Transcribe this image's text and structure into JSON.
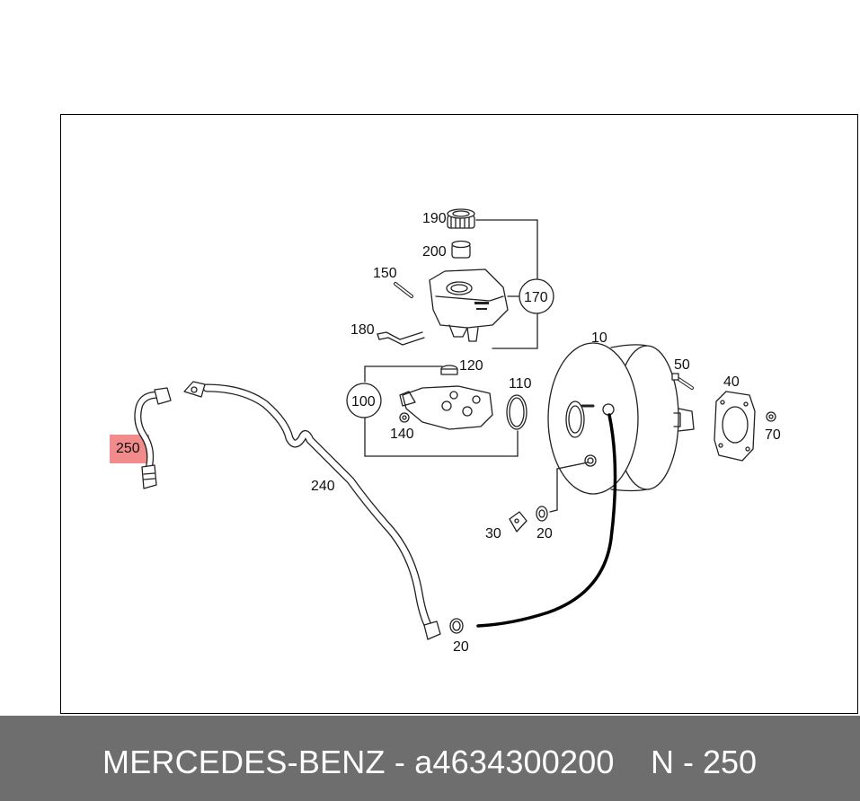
{
  "callouts": {
    "c190": "190",
    "c200": "200",
    "c150": "150",
    "c170": "170",
    "c180": "180",
    "c120": "120",
    "c100": "100",
    "c110": "110",
    "c140": "140",
    "c10": "10",
    "c50": "50",
    "c40": "40",
    "c70": "70",
    "c250": "250",
    "c240": "240",
    "c30": "30",
    "c20a": "20",
    "c20b": "20"
  },
  "highlight_color": "#f28b8b",
  "footer": {
    "brand_part": "MERCEDES-BENZ - a4634300200",
    "position_label": "N - 250"
  }
}
